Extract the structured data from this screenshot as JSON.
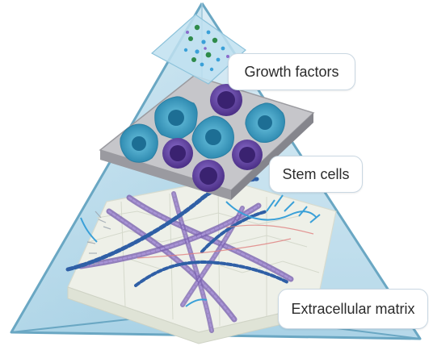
{
  "labels": {
    "growth_factors": "Growth factors",
    "stem_cells": "Stem cells",
    "extracellular_matrix": "Extracellular matrix"
  },
  "colors": {
    "pyramid_fill": "#b9dcee",
    "pyramid_edge": "#6aa7c3",
    "plate_gray": "#b8b8bc",
    "stem_cell_teal": "#3a9cc0",
    "stem_cell_purple": "#5a3c9a",
    "fiber_purple": "#7b63b0",
    "fiber_blue": "#2f6fb0",
    "growth_factor_green": "#2e8b4a",
    "growth_factor_blue": "#3aa0d8"
  },
  "icons": [
    "growth-factor-panel",
    "stem-cell-plate",
    "ecm-scaffold",
    "pyramid"
  ]
}
